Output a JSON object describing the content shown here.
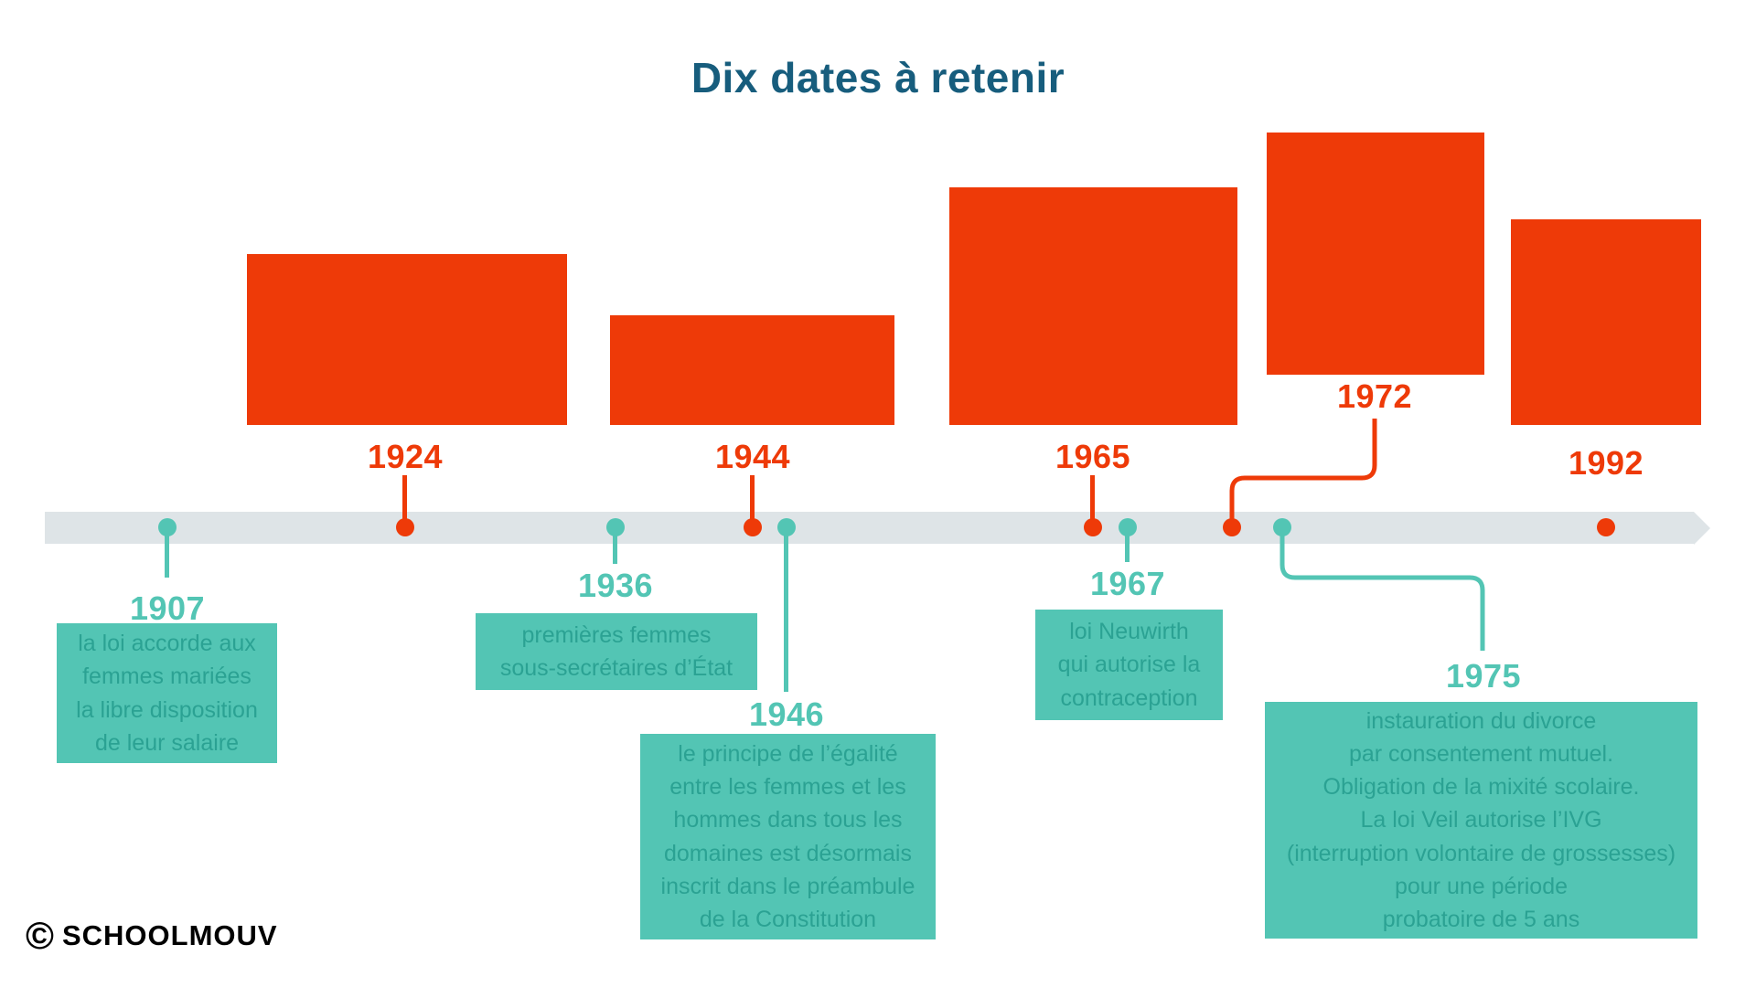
{
  "title": "Dix dates à retenir",
  "branding": {
    "copyright_symbol": "©",
    "name": "SCHOOLMOUV"
  },
  "colors": {
    "accent_red": "#EE3A08",
    "accent_teal": "#53C5B4",
    "teal_text_dark": "#2BA293",
    "title_blue": "#175D7D",
    "timeline_gray": "#DEE4E7"
  },
  "timeline": {
    "direction": "left-to-right",
    "marker_count": 10
  },
  "events": [
    {
      "year": "1907",
      "position": "below",
      "color": "teal",
      "description": "la loi accorde aux\nfemmes mariées\nla libre disposition\nde leur salaire"
    },
    {
      "year": "1924",
      "position": "above",
      "color": "red",
      "description": ""
    },
    {
      "year": "1936",
      "position": "below",
      "color": "teal",
      "description": "premières femmes\nsous-secrétaires d’État"
    },
    {
      "year": "1944",
      "position": "above",
      "color": "red",
      "description": ""
    },
    {
      "year": "1946",
      "position": "below",
      "color": "teal",
      "description": "le principe de l’égalité\nentre les femmes et les\nhommes dans tous les\ndomaines est désormais\ninscrit dans le préambule\nde la Constitution"
    },
    {
      "year": "1965",
      "position": "above",
      "color": "red",
      "description": ""
    },
    {
      "year": "1967",
      "position": "below",
      "color": "teal",
      "description": "loi Neuwirth\nqui autorise la\ncontraception"
    },
    {
      "year": "1972",
      "position": "above",
      "color": "red",
      "description": ""
    },
    {
      "year": "1975",
      "position": "below",
      "color": "teal",
      "description": "instauration du divorce\npar consentement mutuel.\nObligation de la mixité scolaire.\nLa loi Veil autorise l’IVG\n(interruption volontaire de grossesses)\npour une période\nprobatoire de 5 ans"
    },
    {
      "year": "1992",
      "position": "above",
      "color": "red",
      "description": ""
    }
  ]
}
